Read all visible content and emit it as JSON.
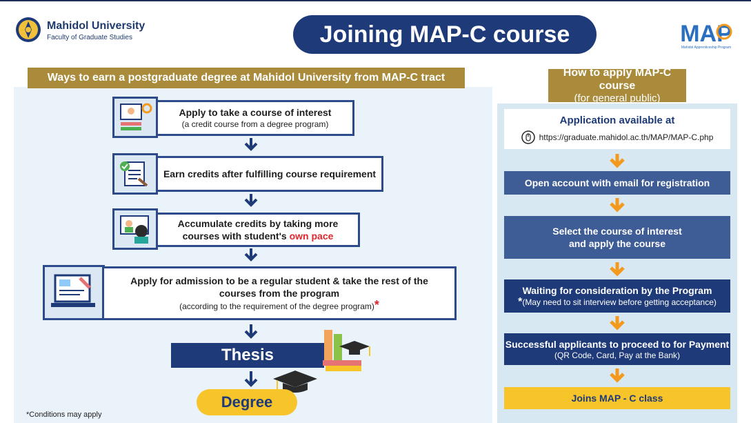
{
  "header": {
    "university": "Mahidol University",
    "faculty": "Faculty of Graduate Studies",
    "title": "Joining MAP-C course",
    "map_logo_text": "MAP",
    "map_logo_caption": "Mahidol Apprenticeship Program"
  },
  "left": {
    "heading": "Ways to earn a postgraduate degree at Mahidol University from MAP-C tract",
    "step1": {
      "main": "Apply to take a course of interest",
      "sub": "(a credit course from a degree program)"
    },
    "step2": {
      "main": "Earn credits after fulfilling course requirement"
    },
    "step3": {
      "main_line1": "Accumulate credits by taking more",
      "main_line2a": "courses with student's ",
      "main_line2b": "own pace"
    },
    "step4": {
      "main": "Apply for admission to be a regular student & take the rest of the courses from the program",
      "sub": "(according to the requirement of the degree program)",
      "star": "*"
    },
    "thesis": "Thesis",
    "degree": "Degree",
    "conditions": "*Conditions may apply"
  },
  "right": {
    "heading_line1": "How to apply MAP-C course",
    "heading_line2": "(for general public)",
    "application_title": "Application available at",
    "application_url": "https://graduate.mahidol.ac.th/MAP/MAP-C.php",
    "step1": "Open account with email for registration",
    "step2_line1": "Select the course of interest",
    "step2_line2": "and apply the course",
    "step3_main": "Waiting for consideration by the Program",
    "step3_star": "*",
    "step3_sub": "(May need to sit interview before getting acceptance)",
    "step4_main": "Successful applicants to proceed to for Payment",
    "step4_sub": "(QR Code, Card, Pay at the Bank)",
    "step5": "Joins MAP - C class"
  },
  "colors": {
    "navy": "#1e3a78",
    "gold": "#a98b3b",
    "yellow": "#f7c42a",
    "orange": "#f39a1e",
    "red": "#e0262c"
  }
}
